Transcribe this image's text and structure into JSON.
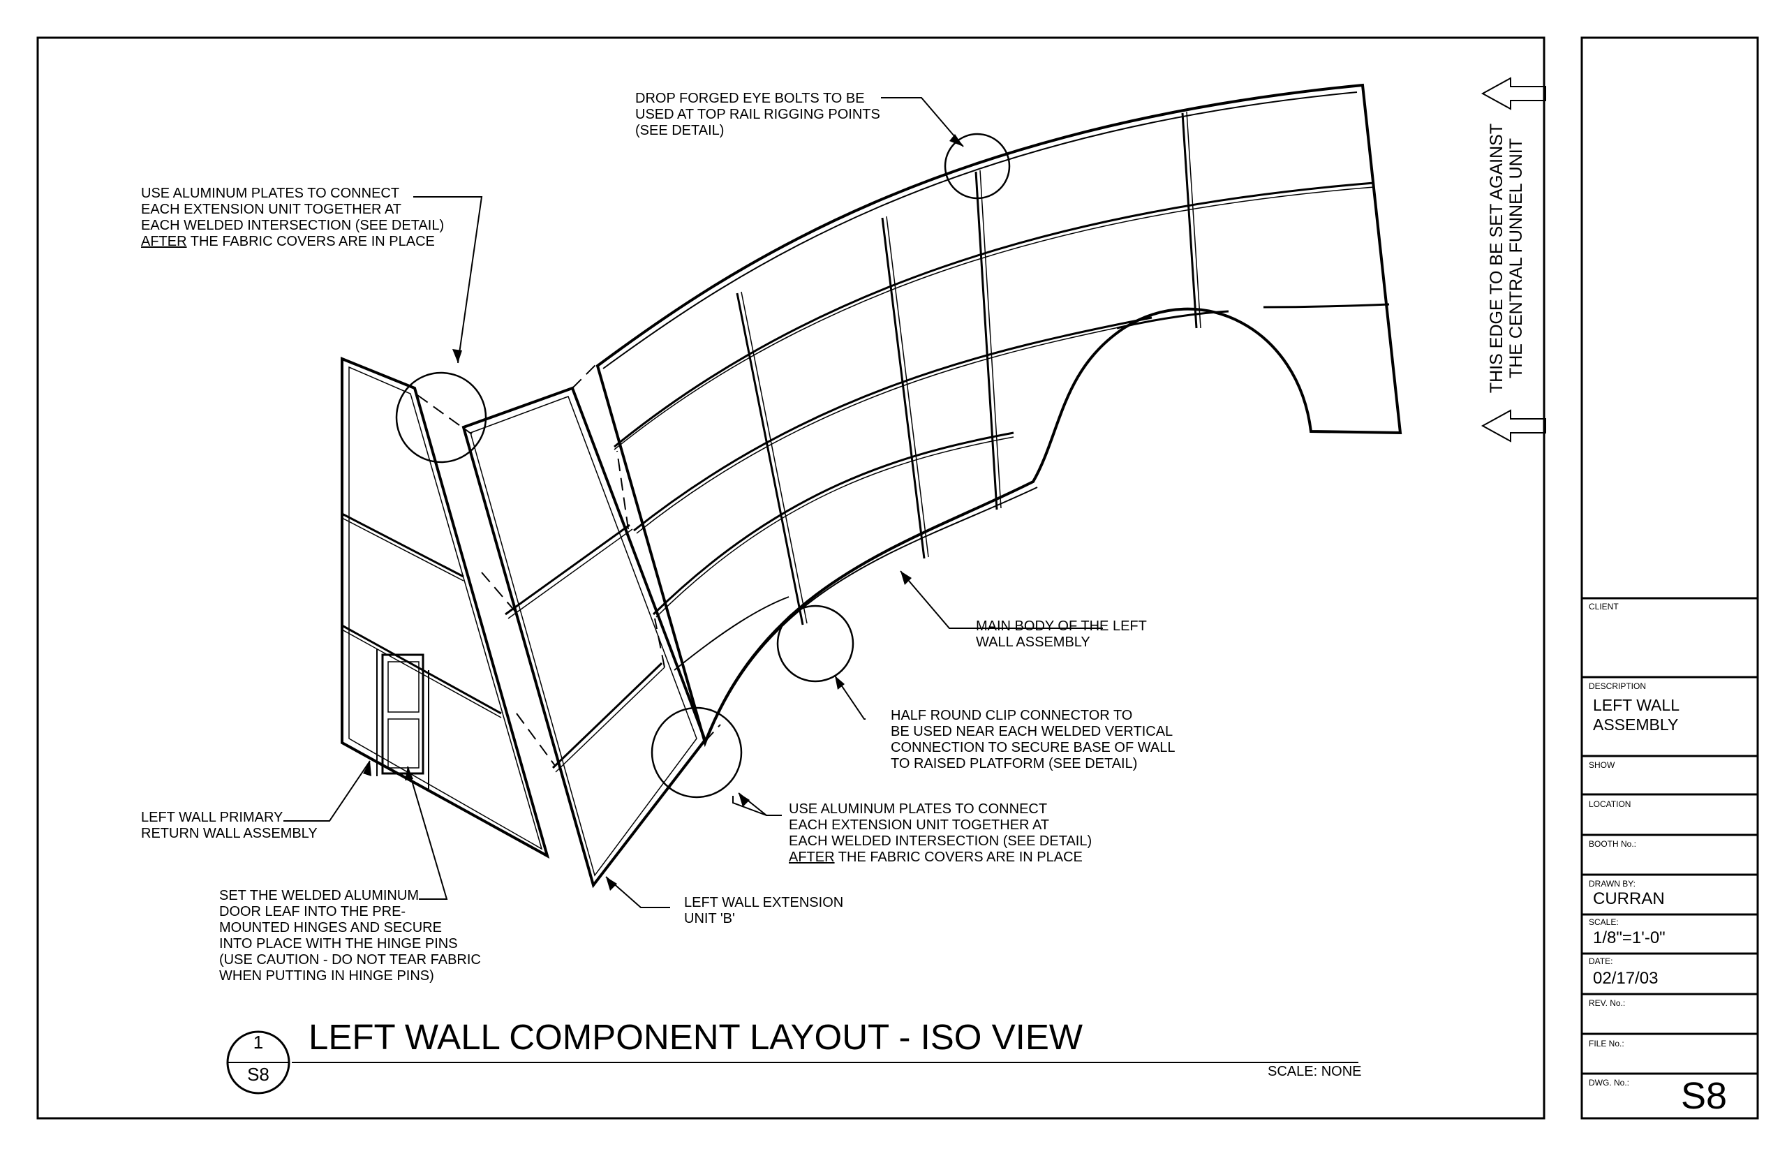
{
  "drawing_title": "LEFT WALL COMPONENT LAYOUT - ISO VIEW",
  "scale_note": "SCALE: NONE",
  "detail_bubble": {
    "number": "1",
    "sheet": "S8"
  },
  "side_note": "THIS EDGE TO BE SET AGAINST\nTHE CENTRAL FUNNEL UNIT",
  "callouts": {
    "eye_bolts": "DROP FORGED EYE BOLTS TO BE\nUSED AT TOP RAIL RIGGING POINTS\n(SEE DETAIL)",
    "plates_top_pre": "USE ALUMINUM PLATES TO CONNECT\nEACH EXTENSION UNIT TOGETHER AT\nEACH WELDED INTERSECTION (SEE DETAIL)\n",
    "plates_top_after": "AFTER",
    "plates_top_post": " THE FABRIC COVERS ARE IN PLACE",
    "main_body": "MAIN BODY OF THE LEFT\nWALL ASSEMBLY",
    "clip": "HALF ROUND CLIP CONNECTOR TO\nBE USED NEAR EACH WELDED VERTICAL\nCONNECTION TO SECURE BASE OF WALL\nTO RAISED PLATFORM (SEE DETAIL)",
    "plates_bottom_pre": "USE ALUMINUM PLATES TO CONNECT\nEACH EXTENSION UNIT TOGETHER AT\nEACH WELDED INTERSECTION (SEE DETAIL)\n",
    "plates_bottom_after": "AFTER",
    "plates_bottom_post": " THE FABRIC COVERS ARE IN PLACE",
    "primary": "LEFT WALL PRIMARY\nRETURN WALL ASSEMBLY",
    "extension_b": "LEFT WALL EXTENSION\nUNIT 'B'",
    "door": "SET THE WELDED ALUMINUM\nDOOR LEAF INTO THE PRE-\nMOUNTED HINGES AND SECURE\nINTO PLACE WITH THE HINGE PINS\n(USE CAUTION - DO NOT TEAR FABRIC\nWHEN PUTTING IN HINGE PINS)"
  },
  "title_block": {
    "client_label": "CLIENT",
    "client_value": "",
    "description_label": "DESCRIPTION",
    "description_value": "LEFT WALL\nASSEMBLY",
    "show_label": "SHOW",
    "location_label": "LOCATION",
    "booth_label": "BOOTH No.:",
    "drawn_by_label": "DRAWN BY:",
    "drawn_by_value": "CURRAN",
    "scale_label": "SCALE:",
    "scale_value": "1/8\"=1'-0\"",
    "date_label": "DATE:",
    "date_value": "02/17/03",
    "rev_label": "REV. No.:",
    "file_label": "FILE No.:",
    "dwg_label": "DWG. No.:",
    "dwg_value": "S8"
  },
  "colors": {
    "ink": "#000000",
    "paper": "#ffffff"
  }
}
